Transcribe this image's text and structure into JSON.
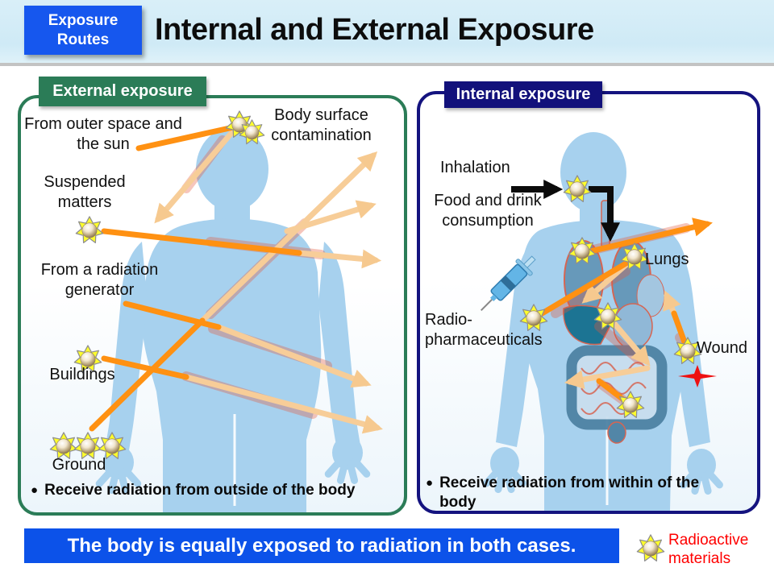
{
  "header": {
    "badge": "Exposure Routes",
    "title": "Internal and External Exposure"
  },
  "external_panel": {
    "tab_label": "External exposure",
    "labels": {
      "outer_space": "From outer space and the sun",
      "body_surface": "Body surface contamination",
      "suspended": "Suspended matters",
      "generator": "From a radiation generator",
      "buildings": "Buildings",
      "ground": "Ground"
    },
    "bullet": "Receive radiation from outside of the body"
  },
  "internal_panel": {
    "tab_label": "Internal exposure",
    "labels": {
      "inhalation": "Inhalation",
      "food_drink": "Food and drink consumption",
      "lungs": "Lungs",
      "radiopharm": "Radio-pharmaceuticals",
      "wound": "Wound"
    },
    "bullet": "Receive radiation from within of the body"
  },
  "footer": {
    "banner": "The body is equally exposed to radiation in both cases.",
    "legend": "Radioactive materials"
  },
  "glyphs": {
    "bullet": "●"
  },
  "icons": {
    "radioactive_material": "seven-point-yellow-star",
    "wound_marker": "four-point-red-star",
    "injection": "syringe",
    "ingestion_path": "black-elbow-arrow",
    "radiation_beam": "orange-arrow"
  },
  "colors": {
    "badge_blue": "#1657EE",
    "banner_blue": "#0C52E9",
    "external_green": "#2B7C57",
    "internal_navy": "#12117B",
    "body_blue": "#A7D1EE",
    "beam_orange": "#FF9112",
    "beam_faded": "#F7CD98",
    "legend_red": "#FF0000"
  }
}
